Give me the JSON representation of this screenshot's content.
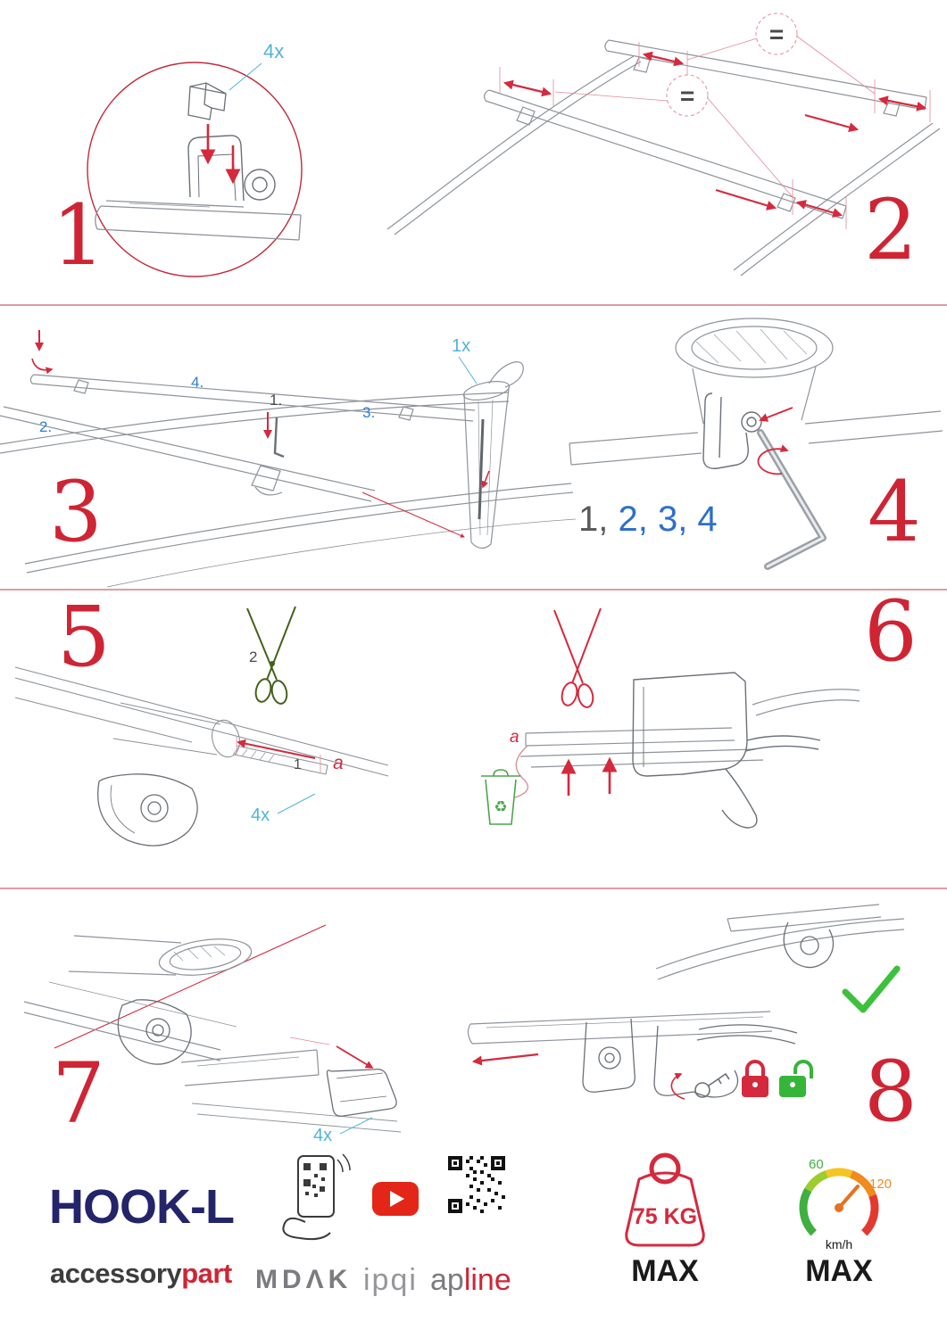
{
  "steps": {
    "s1": {
      "number": "1",
      "qty": "4x"
    },
    "s2": {
      "number": "2",
      "equals": "="
    },
    "s3": {
      "number": "3",
      "qty": "1x",
      "sub1": "1.",
      "sub2": "2.",
      "sub3": "3.",
      "sub4": "4."
    },
    "s4": {
      "number": "4",
      "seq_done": "1,",
      "seq_todo": " 2, 3, 4"
    },
    "s5": {
      "number": "5",
      "qty": "4x",
      "label1": "1",
      "label2": "2",
      "label_a": "a"
    },
    "s6": {
      "number": "6",
      "label_a": "a",
      "recycle": "♻"
    },
    "s7": {
      "number": "7",
      "qty": "4x"
    },
    "s8": {
      "number": "8"
    }
  },
  "footer": {
    "product": "HOOK-L",
    "brand": {
      "gray": "accessory",
      "red": "part"
    },
    "logos": {
      "mdak": "MDΛK",
      "ipqi": "ipqi",
      "apline_gray": "ap",
      "apline_red": "line"
    },
    "weight": {
      "value": "75 KG",
      "max": "MAX"
    },
    "speed": {
      "low": "60",
      "high": "120",
      "unit": "km/h",
      "max": "MAX"
    }
  },
  "colors": {
    "step_red": "#cf2434",
    "arrow_red": "#d5293d",
    "label_blue": "#4fb4dc",
    "seq_blue": "#2e6fc9",
    "check_green": "#3cc13c",
    "navy": "#23246a"
  }
}
